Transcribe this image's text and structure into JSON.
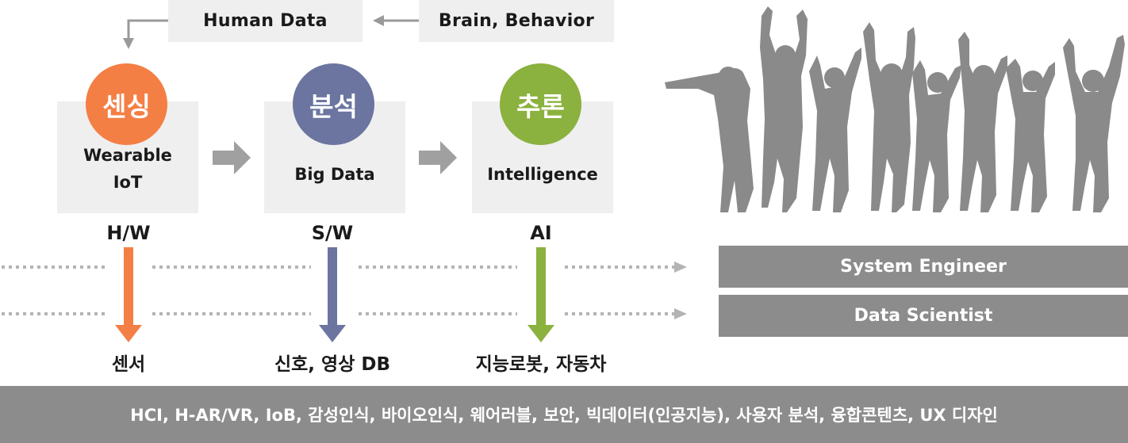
{
  "top": {
    "human_data": "Human Data",
    "brain_behavior": "Brain, Behavior"
  },
  "stages": [
    {
      "title": "센싱",
      "line1": "Wearable",
      "line2": "IoT",
      "layer": "H/W",
      "outcome": "센서",
      "color": "#f47f45"
    },
    {
      "title": "분석",
      "line1": "Big Data",
      "line2": "",
      "layer": "S/W",
      "outcome": "신호, 영상 DB",
      "color": "#6c75a0"
    },
    {
      "title": "추론",
      "line1": "Intelligence",
      "line2": "",
      "layer": "AI",
      "outcome": "지능로봇, 자동차",
      "color": "#8bb13f"
    }
  ],
  "roles": {
    "system_engineer": "System Engineer",
    "data_scientist": "Data Scientist"
  },
  "bottom": "HCI, H-AR/VR, IoB, 감성인식, 바이오인식, 웨어러블, 보안, 빅데이터(인공지능), 사용자 분석, 융합콘텐츠, UX 디자인",
  "colors": {
    "gray_box": "#efefef",
    "arrow_gray": "#a0a0a0",
    "bar_gray": "#8c8c8c",
    "silhouette": "#8a8a8a"
  },
  "icons": {
    "flow": "right-arrow-icon",
    "down": "down-arrow-icon",
    "people": "people-silhouette"
  }
}
